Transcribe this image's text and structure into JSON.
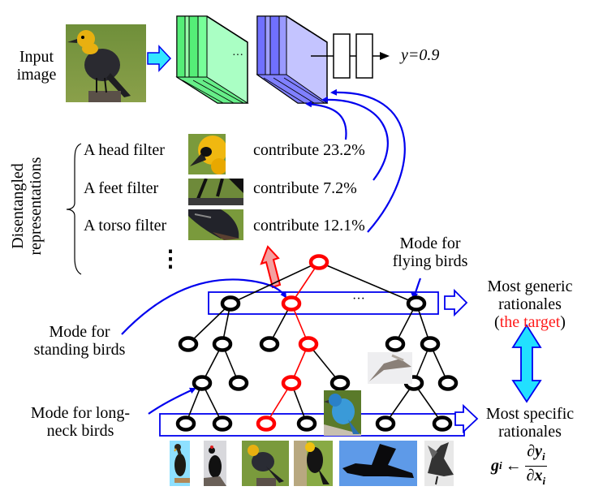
{
  "input": {
    "label_line1": "Input",
    "label_line2": "image",
    "output_value": "y=0.9"
  },
  "network": {
    "ellipsis": "···"
  },
  "disentangled": {
    "vertical_label_line1": "Disentangled",
    "vertical_label_line2": "representations",
    "filters": [
      {
        "name": "A head filter",
        "contribution": "contribute 23.2%"
      },
      {
        "name": "A feet filter",
        "contribution": "contribute 7.2%"
      },
      {
        "name": "A torso filter",
        "contribution": "contribute 12.1%"
      }
    ],
    "more": "⋮"
  },
  "tree": {
    "ellipsis": "···",
    "labels": {
      "flying_line1": "Mode for",
      "flying_line2": "flying birds",
      "standing_line1": "Mode for",
      "standing_line2": "standing birds",
      "longneck_line1": "Mode for long-",
      "longneck_line2": "neck birds"
    }
  },
  "rationales": {
    "generic_line1": "Most generic",
    "generic_line2": "rationales",
    "target_open": "(",
    "target_text": "the target",
    "target_close": ")",
    "specific_line1": "Most specific",
    "specific_line2": "rationales",
    "formula_lhs": "g",
    "formula_sub": "i",
    "formula_arrow": "←",
    "formula_num": "∂y",
    "formula_den": "∂x"
  },
  "colors": {
    "green_layer": "#66ff88",
    "blue_layer": "#8080ff",
    "highlight_red": "#ff0000",
    "annotation_blue": "#0000ee",
    "cyan_arrow": "#22e0ff"
  }
}
